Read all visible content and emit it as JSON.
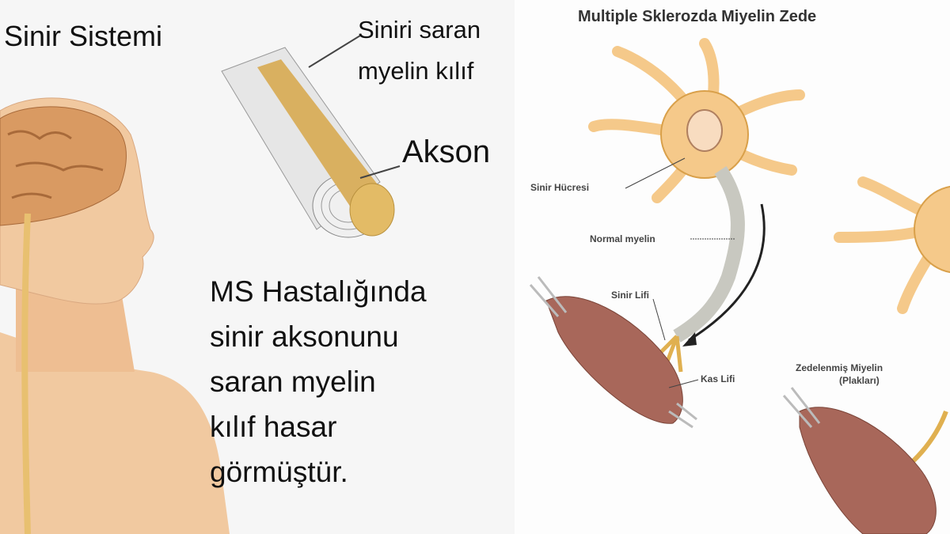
{
  "left": {
    "title": "Sinir Sistemi",
    "label_myelin_line1": "Siniri saran",
    "label_myelin_line2": "myelin kılıf",
    "label_axon": "Akson",
    "message": [
      "MS Hastalığında",
      "sinir aksonunu",
      "saran myelin",
      "kılıf hasar",
      "görmüştür."
    ]
  },
  "right": {
    "title": "Multiple Sklerozda Miyelin Zede",
    "labels": {
      "nerve_cell": "Sinir Hücresi",
      "normal_myelin": "Normal myelin",
      "nerve_fiber": "Sinir Lifi",
      "muscle_fiber": "Kas Lifi",
      "damaged_myelin": "Zedelenmiş Miyelin",
      "plaques": "(Plakları)"
    }
  },
  "colors": {
    "neuron": "#f5c98a",
    "neuron_outline": "#d9a04a",
    "muscle": "#a8675a",
    "skin": "#f1c9a0",
    "brain": "#d99a62",
    "axon": "#d9b060"
  }
}
